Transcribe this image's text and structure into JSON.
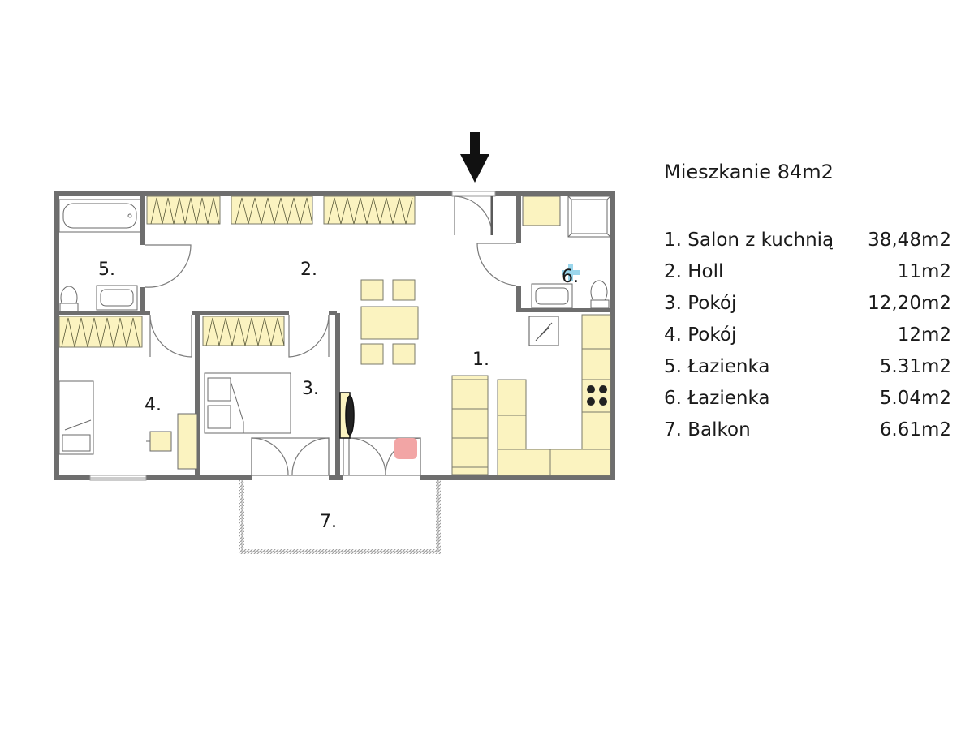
{
  "legend": {
    "title": "Mieszkanie 84m2",
    "items": [
      {
        "name": "1. Salon z kuchnią",
        "area": "38,48m2"
      },
      {
        "name": "2. Holl",
        "area": "11m2"
      },
      {
        "name": "3. Pokój",
        "area": "12,20m2"
      },
      {
        "name": "4. Pokój",
        "area": "12m2"
      },
      {
        "name": "5. Łazienka",
        "area": "5.31m2"
      },
      {
        "name": "6. Łazienka",
        "area": "5.04m2"
      },
      {
        "name": "7. Balkon",
        "area": "6.61m2"
      }
    ]
  },
  "plan": {
    "room_labels": [
      "1.",
      "2.",
      "3.",
      "4.",
      "5.",
      "6.",
      "7."
    ],
    "entrance_icon": "arrow-down-icon",
    "colors": {
      "wall": "#6e6e6e",
      "furniture_fill": "#fbf3c0",
      "furniture_stroke": "#7a7a6a",
      "wardrobe_lines": "#5a5a3a"
    }
  }
}
